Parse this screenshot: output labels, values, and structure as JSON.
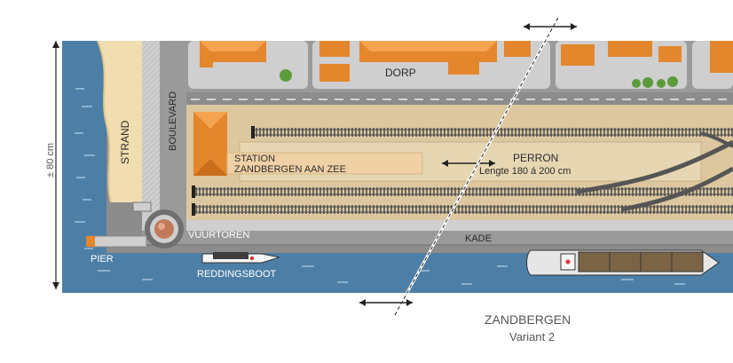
{
  "dimension": {
    "label": "± 80 cm"
  },
  "labels": {
    "strand": "STRAND",
    "boulevard": "BOULEVARD",
    "dorp": "DORP",
    "station_line1": "STATION",
    "station_line2": "ZANDBERGEN AAN ZEE",
    "perron": "PERRON",
    "perron_length": "Lengte 180 á 200 cm",
    "vuurtoren": "VUURTOREN",
    "kade": "KADE",
    "pier": "PIER",
    "reddingsboot": "REDDINGSBOOT"
  },
  "caption": {
    "title": "ZANDBERGEN",
    "subtitle": "Variant 2"
  },
  "colors": {
    "water": "#4d7fa6",
    "water_dark": "#3b6a90",
    "sand": "#f1deb0",
    "road": "#9a9a9a",
    "curb": "#cfcfcf",
    "platform": "#dcc79f",
    "station_roof": "#e4862c",
    "station_building": "#f0d1a6",
    "house_roof": "#e4862c",
    "tree": "#5c9b3b"
  }
}
